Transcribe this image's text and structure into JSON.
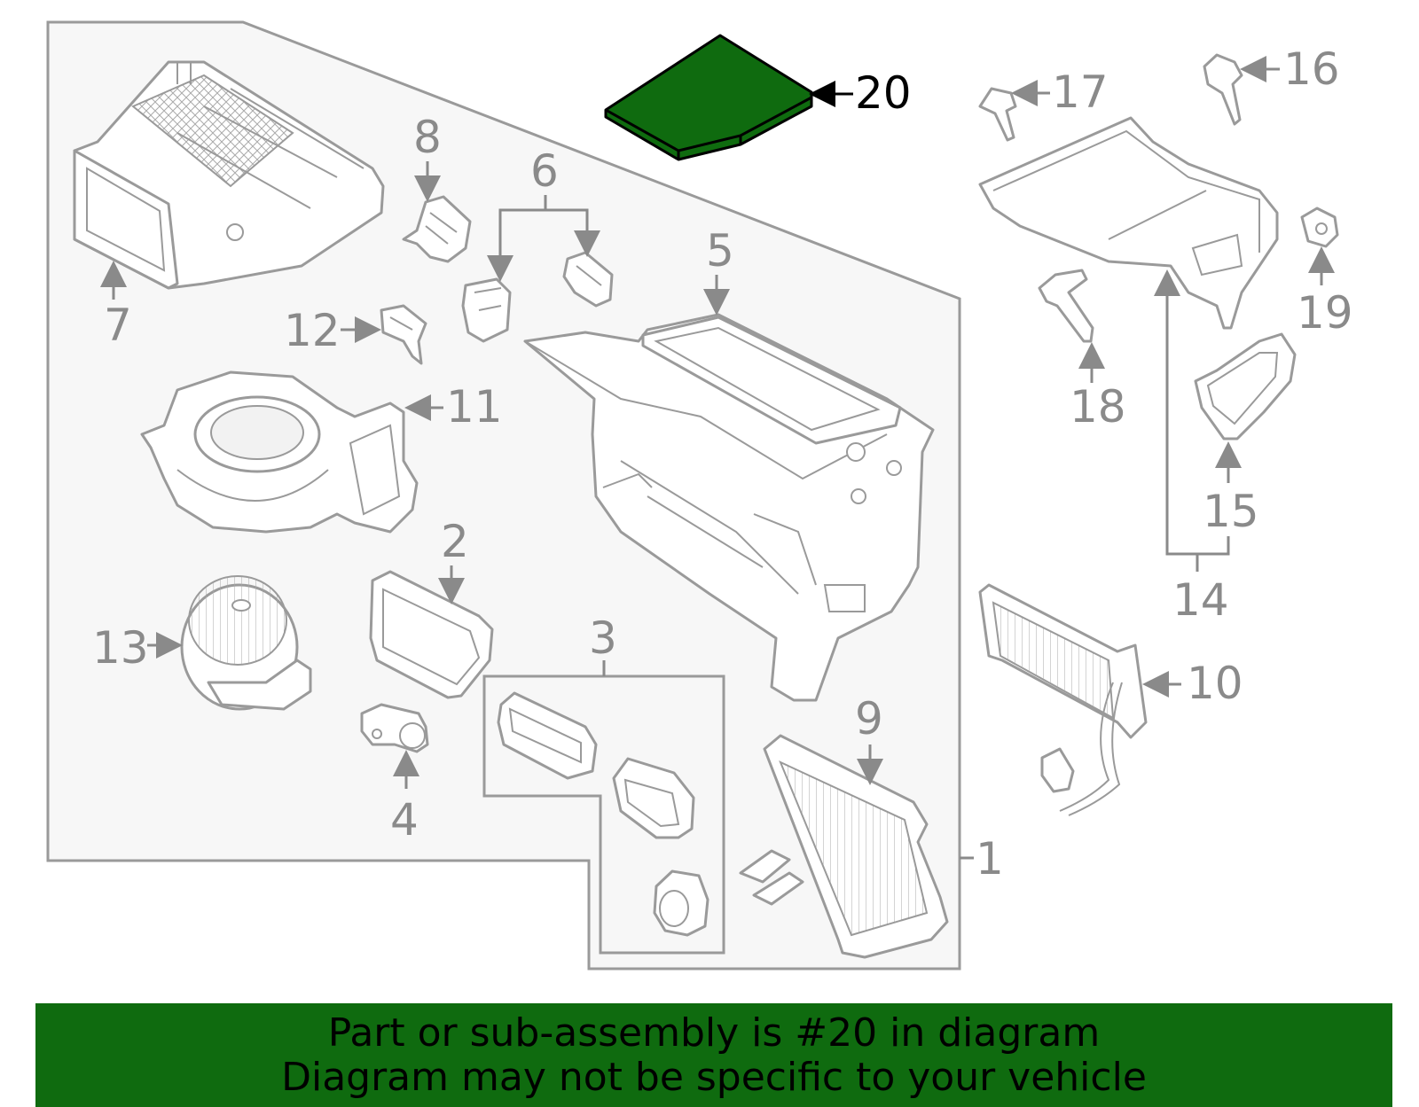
{
  "highlight_color": "#0f6b0f",
  "callouts": [
    {
      "id": "1",
      "text": "1"
    },
    {
      "id": "2",
      "text": "2"
    },
    {
      "id": "3",
      "text": "3"
    },
    {
      "id": "4",
      "text": "4"
    },
    {
      "id": "5",
      "text": "5"
    },
    {
      "id": "6",
      "text": "6"
    },
    {
      "id": "7",
      "text": "7"
    },
    {
      "id": "8",
      "text": "8"
    },
    {
      "id": "9",
      "text": "9"
    },
    {
      "id": "10",
      "text": "10"
    },
    {
      "id": "11",
      "text": "11"
    },
    {
      "id": "12",
      "text": "12"
    },
    {
      "id": "13",
      "text": "13"
    },
    {
      "id": "14",
      "text": "14"
    },
    {
      "id": "15",
      "text": "15"
    },
    {
      "id": "16",
      "text": "16"
    },
    {
      "id": "17",
      "text": "17"
    },
    {
      "id": "18",
      "text": "18"
    },
    {
      "id": "19",
      "text": "19"
    },
    {
      "id": "20",
      "text": "20"
    }
  ],
  "highlighted_part": "20",
  "banner": {
    "line1": "Part or sub-assembly is #20 in diagram",
    "line2": "Diagram may not be specific to your vehicle"
  }
}
